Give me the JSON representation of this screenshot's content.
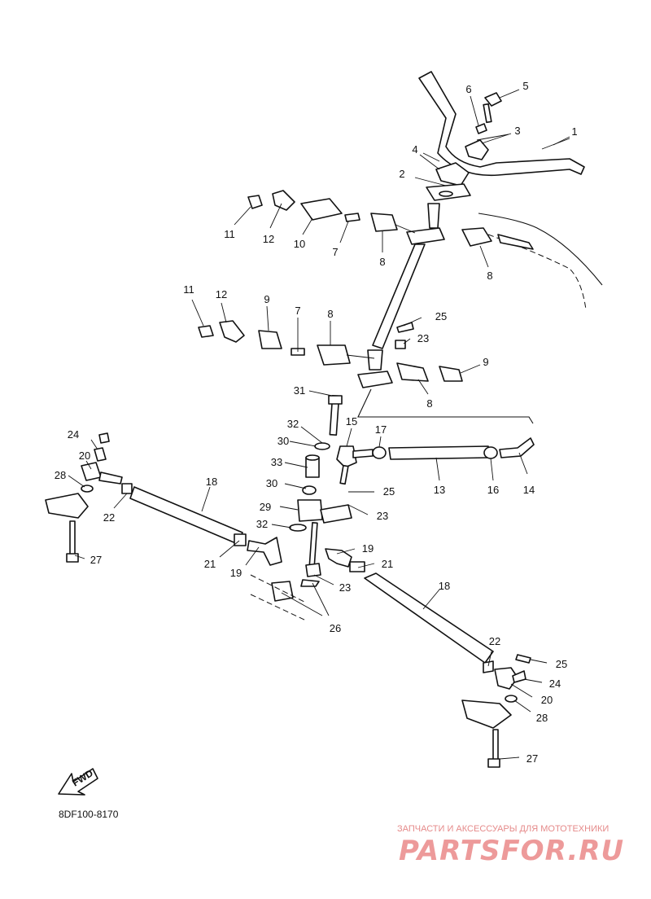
{
  "diagram_code": "8DF100-8170",
  "fwd_label": "FWD",
  "watermark": {
    "tagline": "ЗАПЧАСТИ И АКСЕССУАРЫ ДЛЯ МОТОТЕХНИКИ",
    "brand": "PARTSFOR.RU"
  },
  "callouts": [
    "1",
    "2",
    "3",
    "4",
    "5",
    "6",
    "7",
    "7",
    "8",
    "8",
    "8",
    "8",
    "9",
    "9",
    "10",
    "11",
    "11",
    "12",
    "12",
    "13",
    "14",
    "15",
    "16",
    "17",
    "18",
    "18",
    "19",
    "19",
    "20",
    "20",
    "21",
    "21",
    "22",
    "22",
    "23",
    "23",
    "23",
    "24",
    "24",
    "25",
    "25",
    "25",
    "26",
    "27",
    "27",
    "28",
    "28",
    "29",
    "30",
    "30",
    "31",
    "32",
    "32",
    "33"
  ]
}
